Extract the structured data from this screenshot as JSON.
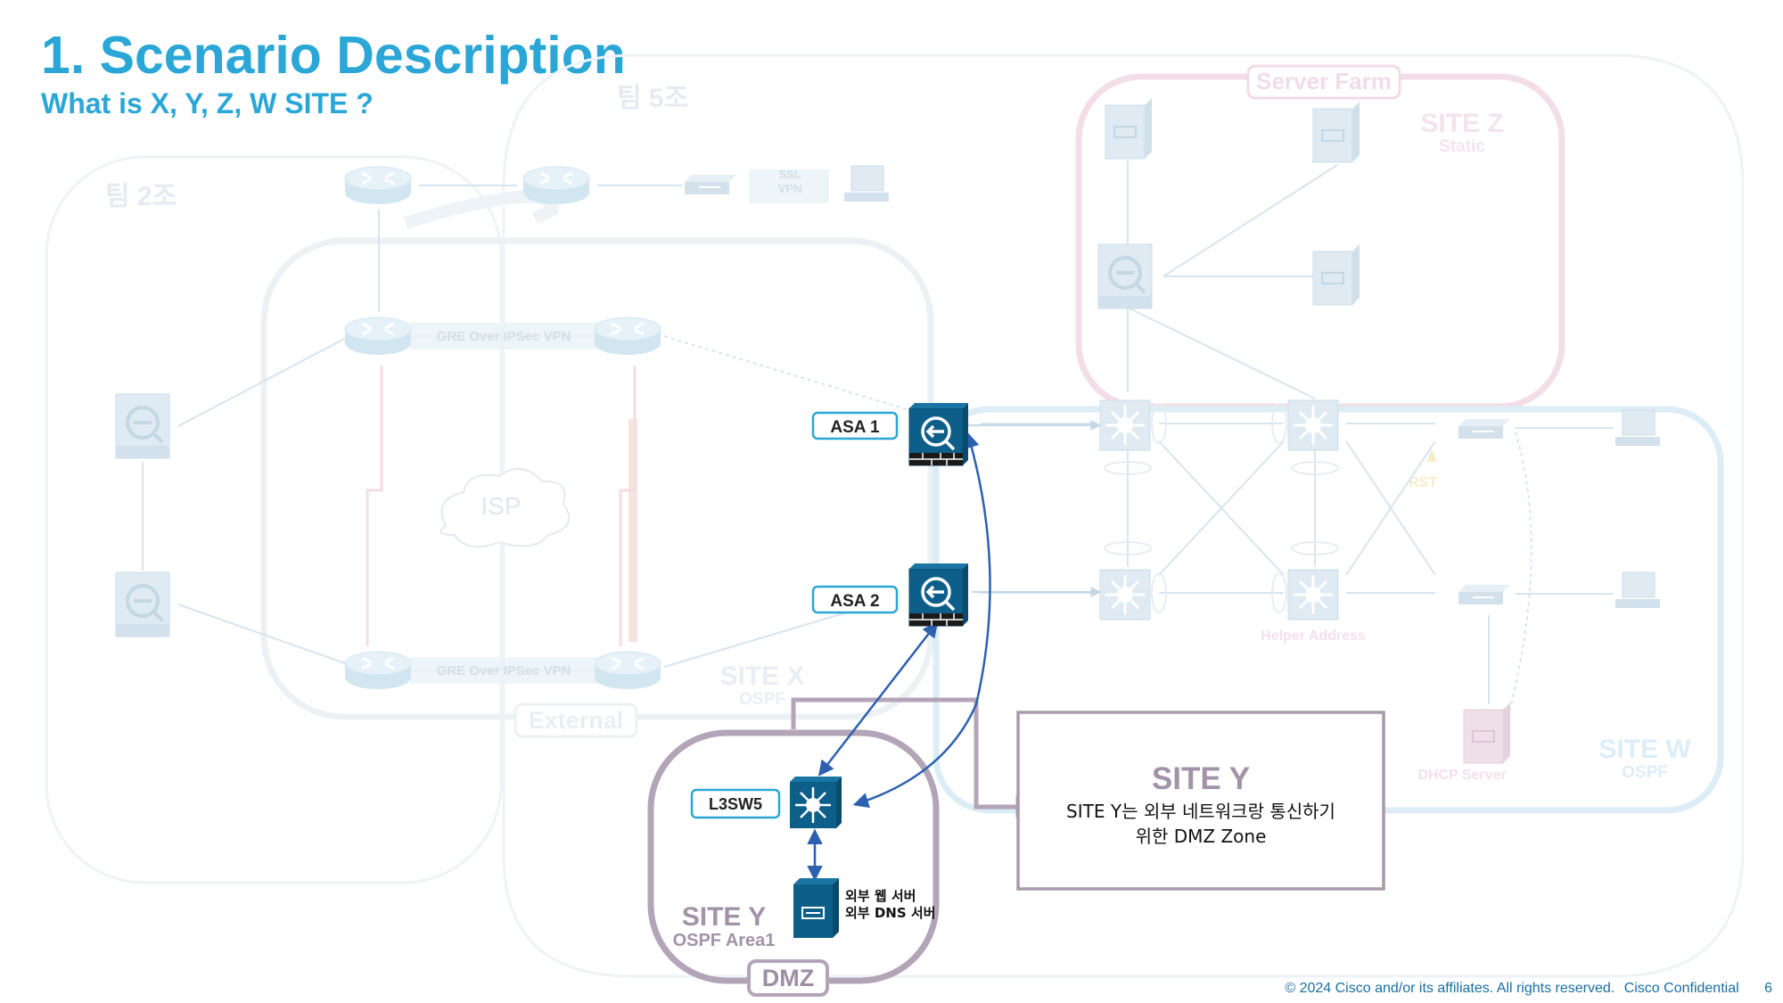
{
  "slide": {
    "title": "1. Scenario Description",
    "subtitle": "What is X, Y, Z, W SITE ?",
    "footer_copyright": "© 2024  Cisco and/or its affiliates. All rights reserved.",
    "footer_conf": "Cisco Confidential",
    "page_number": "6"
  },
  "background": {
    "team2": "팀 2조",
    "team5": "팀 5조",
    "ssl_vpn_1": "SSL",
    "ssl_vpn_2": "VPN",
    "gre1": "GRE Over IPSec VPN",
    "gre2": "GRE Over IPSec VPN",
    "isp": "ISP",
    "site_x": "SITE X",
    "site_x_proto": "OSPF",
    "external": "External",
    "server_farm": "Server Farm",
    "site_z": "SITE Z",
    "site_z_proto": "Static",
    "rstp": "RST",
    "helper": "Helper Address",
    "dhcp": "DHCP Server",
    "site_w": "SITE W",
    "site_w_proto": "OSPF"
  },
  "highlight": {
    "asa1": "ASA 1",
    "asa2": "ASA 2",
    "l3sw5": "L3SW5",
    "server_line1": "외부 웹 서버",
    "server_line2": "외부 DNS 서버",
    "site_y": "SITE Y",
    "site_y_proto": "OSPF Area1",
    "dmz": "DMZ"
  },
  "callout": {
    "title": "SITE Y",
    "line1": "SITE Y는 외부 네트워크랑 통신하기",
    "line2": "위한  DMZ Zone"
  },
  "colors": {
    "title": "#2aa7d6",
    "device_dark": "#0d5f8a",
    "faded_blue": "#cfe3ef",
    "faded_pink": "#f3dde8",
    "dmz_border": "#b3a4b8",
    "callout_border": "#a99aae"
  }
}
